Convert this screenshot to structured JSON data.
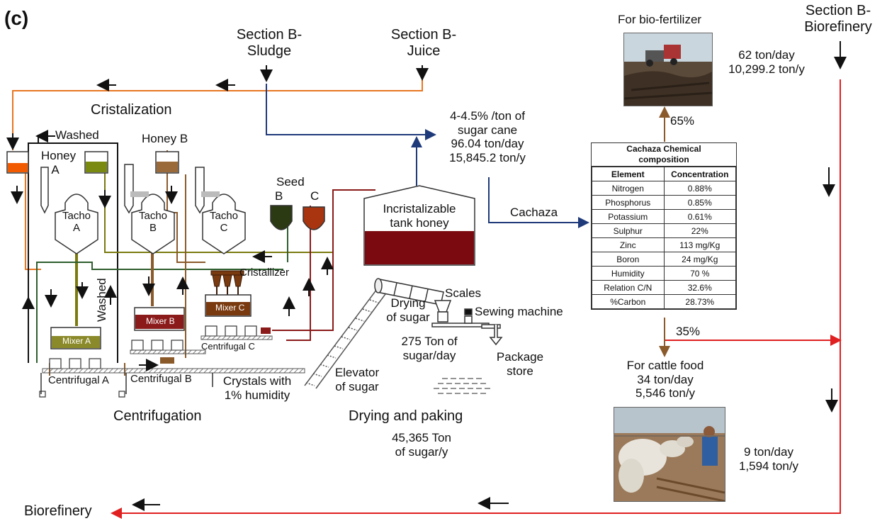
{
  "panel_label": "(c)",
  "inputs": {
    "sludge_line1": "Section B-",
    "sludge_line2": "Sludge",
    "juice_line1": "Section B-",
    "juice_line2": "Juice",
    "biorefinery_line1": "Section B-",
    "biorefinery_line2": "Biorefinery"
  },
  "sections": {
    "cristalization": "Cristalization",
    "centrifugation": "Centrifugation",
    "drying_paking": "Drying and paking"
  },
  "equipment": {
    "washed_top": "Washed",
    "honey_a_line1": "Honey",
    "honey_a_line2": "A",
    "honey_b": "Honey B",
    "tacho_a_line1": "Tacho",
    "tacho_a_line2": "A",
    "tacho_b_line1": "Tacho",
    "tacho_b_line2": "B",
    "tacho_c_line1": "Tacho",
    "tacho_c_line2": "C",
    "seed": "Seed",
    "seed_b": "B",
    "seed_c": "C",
    "cristallizer": "Cristallizer",
    "mixer_a": "Mixer A",
    "mixer_b": "Mixer B",
    "mixer_c": "Mixer C",
    "washed_side": "Washed",
    "centrifugal_a": "Centrifugal A",
    "centrifugal_b": "Centrifugal B",
    "centrifugal_c": "Centrifugal C",
    "crystals_line1": "Crystals with",
    "crystals_line2": "1% humidity",
    "tank_line1": "Incristalizable",
    "tank_line2": "tank honey",
    "elevator_line1": "Elevator",
    "elevator_line2": "of sugar",
    "drying_line1": "Drying",
    "drying_line2": "of sugar",
    "scales": "Scales",
    "sewing": "Sewing machine",
    "package_line1": "Package",
    "package_line2": "store"
  },
  "flows": {
    "cachaza_rate_line1": "4-4.5% /ton of",
    "cachaza_rate_line2": "sugar cane",
    "cachaza_day": "96.04 ton/day",
    "cachaza_year": "15,845.2 ton/y",
    "cachaza": "Cachaza",
    "sugar_day_line1": "275 Ton of",
    "sugar_day_line2": "sugar/day",
    "sugar_year_line1": "45,365 Ton",
    "sugar_year_line2": "of sugar/y",
    "pct_fertilizer": "65%",
    "pct_cattle": "35%",
    "fertilizer_label": "For bio-fertilizer",
    "fertilizer_day": "62 ton/day",
    "fertilizer_year": "10,299.2 ton/y",
    "cattle_label": "For cattle food",
    "cattle_day": "34 ton/day",
    "cattle_year": "5,546 ton/y",
    "cattle2_day": "9 ton/day",
    "cattle2_year": "1,594 ton/y",
    "biorefinery_out": "Biorefinery"
  },
  "table": {
    "title_line1": "Cachaza Chemical",
    "title_line2": "composition",
    "headers": [
      "Element",
      "Concentration"
    ],
    "rows": [
      [
        "Nitrogen",
        "0.88%"
      ],
      [
        "Phosphorus",
        "0.85%"
      ],
      [
        "Potassium",
        "0.61%"
      ],
      [
        "Sulphur",
        "22%"
      ],
      [
        "Zinc",
        "113 mg/Kg"
      ],
      [
        "Boron",
        "24 mg/Kg"
      ],
      [
        "Humidity",
        "70 %"
      ],
      [
        "Relation C/N",
        "32.6%"
      ],
      [
        "%Carbon",
        "28.73%"
      ]
    ]
  },
  "colors": {
    "orange": "#e87722",
    "navy": "#1f3a7a",
    "red": "#e02020",
    "olive": "#7a7a10",
    "brown": "#8b5a2b",
    "darkred": "#8b1a1a",
    "green": "#2e5e2e"
  }
}
